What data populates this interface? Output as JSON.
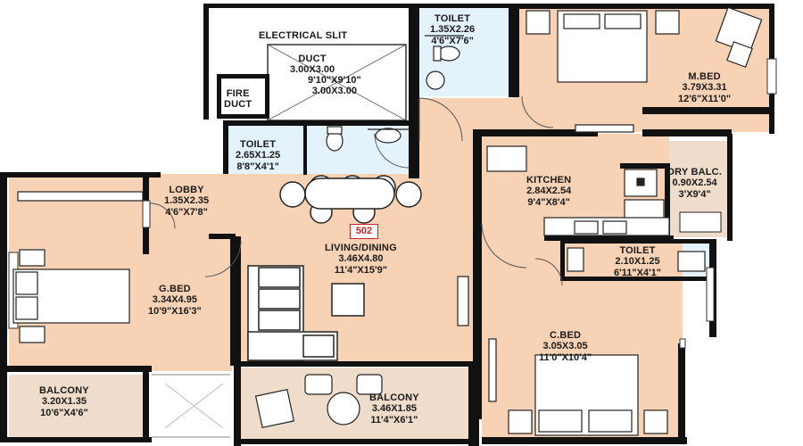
{
  "unit_number": "502",
  "rooms": {
    "electrical_slit": {
      "name": "ELECTRICAL SLIT"
    },
    "duct": {
      "name": "DUCT",
      "metric": "3.00X3.00",
      "imperial": "9'10\"X9'10\"",
      "metric_2": "3.00X3.00"
    },
    "fire_duct": {
      "name_line1": "FIRE",
      "name_line2": "DUCT"
    },
    "toilet_top": {
      "name": "TOILET",
      "metric": "1.35X2.26",
      "imperial": "4'6\"X7'6\""
    },
    "master_bed": {
      "name": "M.BED",
      "metric": "3.79X3.31",
      "imperial": "12'6\"X11'0\""
    },
    "toilet_mid": {
      "name": "TOILET",
      "metric": "2.65X1.25",
      "imperial": "8'8\"X4'1\""
    },
    "lobby": {
      "name": "LOBBY",
      "metric": "1.35X2.35",
      "imperial": "4'6\"X7'8\""
    },
    "kitchen": {
      "name": "KITCHEN",
      "metric": "2.84X2.54",
      "imperial": "9'4\"X8'4\""
    },
    "dry_balcony": {
      "name": "DRY BALC.",
      "metric": "0.90X2.54",
      "imperial": "3'X9'4\""
    },
    "living_dining": {
      "name": "LIVING/DINING",
      "metric": "3.46X4.80",
      "imperial": "11'4\"X15'9\""
    },
    "guest_bed": {
      "name": "G.BED",
      "metric": "3.34X4.95",
      "imperial": "10'9\"X16'3\""
    },
    "toilet_right": {
      "name": "TOILET",
      "metric": "2.10X1.25",
      "imperial": "6'11\"X4'1\""
    },
    "child_bed": {
      "name": "C.BED",
      "metric": "3.05X3.05",
      "imperial": "11'0\"X10'4\""
    },
    "balcony_left": {
      "name": "BALCONY",
      "metric": "3.20X1.35",
      "imperial": "10'6\"X4'6\""
    },
    "balcony_center": {
      "name": "BALCONY",
      "metric": "3.46X1.85",
      "imperial": "11'4\"X6'1\""
    }
  },
  "colors": {
    "room_fill": "#f7d2b4",
    "wet_fill": "#e3f2fb",
    "balcony_fill": "#efdccb",
    "wall": "#111111",
    "unit_tag": "#c62828"
  }
}
